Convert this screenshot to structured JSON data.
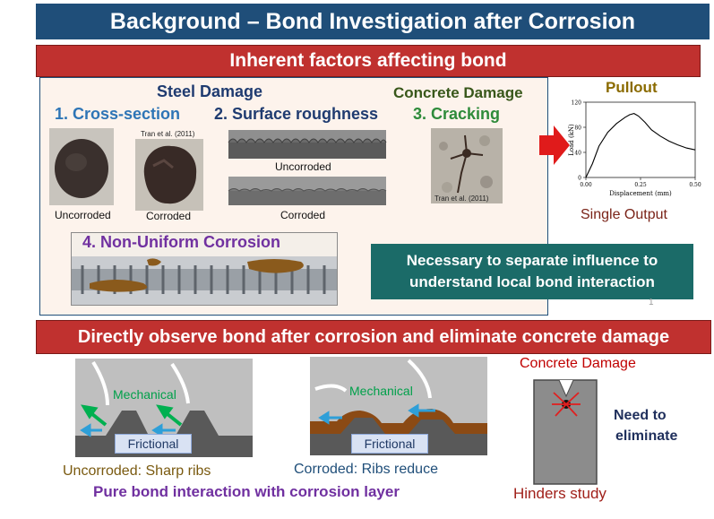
{
  "slide": {
    "title": "Background – Bond Investigation after Corrosion",
    "banner_top": "Inherent factors affecting bond",
    "banner_mid": "Directly observe bond after corrosion and eliminate concrete damage"
  },
  "steel_damage": {
    "heading": "Steel Damage",
    "cross_section": {
      "title": "1. Cross-section",
      "citation": "Tran et al. (2011)",
      "uncorroded_label": "Uncorroded",
      "corroded_label": "Corroded"
    },
    "surface_roughness": {
      "title": "2. Surface roughness",
      "uncorroded_label": "Uncorroded",
      "corroded_label": "Corroded"
    },
    "non_uniform": {
      "title": "4. Non-Uniform Corrosion"
    }
  },
  "concrete_damage": {
    "heading": "Concrete Damage",
    "cracking_title": "3. Cracking",
    "citation": "Tran et al. (2011)"
  },
  "pullout": {
    "title": "Pullout",
    "caption": "Single Output",
    "chart_data": {
      "type": "line",
      "xlabel": "Displacement (mm)",
      "ylabel": "Load (kN)",
      "xlim": [
        0,
        0.5
      ],
      "ylim": [
        0,
        120
      ],
      "xticks": [
        "0.00",
        "0.25",
        "0.50"
      ],
      "yticks": [
        "0",
        "40",
        "80",
        "120"
      ],
      "x": [
        0,
        0.03,
        0.06,
        0.1,
        0.14,
        0.18,
        0.2,
        0.22,
        0.24,
        0.27,
        0.3,
        0.34,
        0.38,
        0.42,
        0.46,
        0.5
      ],
      "y": [
        0,
        22,
        50,
        72,
        86,
        96,
        100,
        102,
        98,
        88,
        76,
        66,
        58,
        52,
        47,
        44
      ]
    }
  },
  "callout": {
    "text": "Necessary to separate influence to understand local bond interaction",
    "page_mark": "1"
  },
  "diagrams": {
    "uncorroded": {
      "mechanical": "Mechanical",
      "frictional": "Frictional",
      "caption": "Uncorroded: Sharp ribs"
    },
    "corroded": {
      "mechanical": "Mechanical",
      "frictional": "Frictional",
      "caption": "Corroded: Ribs reduce"
    },
    "bottom_caption": "Pure bond interaction with corrosion layer"
  },
  "concrete_block": {
    "title": "Concrete Damage",
    "need_line1": "Need to",
    "need_line2": "eliminate",
    "caption": "Hinders study"
  },
  "colors": {
    "title_bg": "#1f4e79",
    "banner_red": "#c0312f",
    "heading_blue": "#1f3b70",
    "teal": "#1b6b68",
    "purple": "#7030a0",
    "green": "#2e8b3a"
  }
}
